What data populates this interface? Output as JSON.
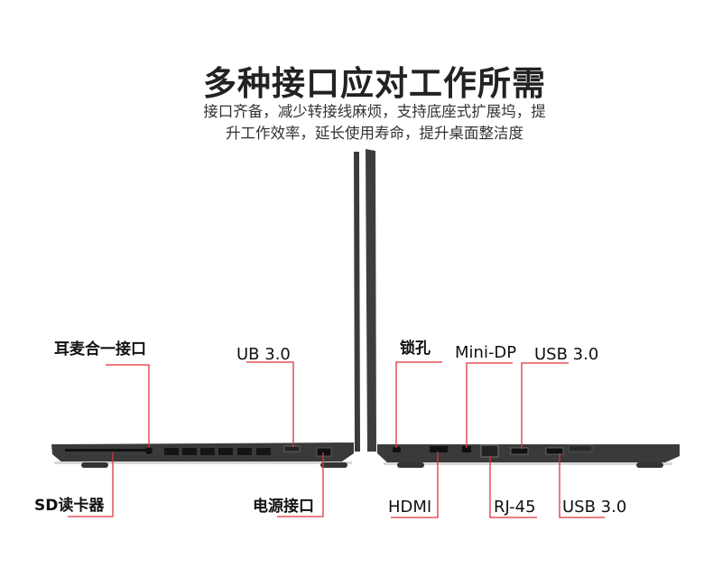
{
  "header": {
    "title": "多种接口应对工作所需",
    "subtitle_line1": "接口齐备，减少转接线麻烦，支持底座式扩展坞，提",
    "subtitle_line2": "升工作效率，延长使用寿命，提升桌面整洁度"
  },
  "left_side_labels": {
    "audio_jack": "耳麦合一接口",
    "usb": "UB 3.0",
    "sd_reader": "SD读卡器",
    "power": "电源接口"
  },
  "right_side_labels": {
    "lock": "锁孔",
    "mini_dp": "Mini-DP",
    "usb_top": "USB 3.0",
    "hdmi": "HDMI",
    "rj45": "RJ-45",
    "usb_bottom": "USB 3.0"
  },
  "colors": {
    "callout_line": "#e0323a",
    "laptop_body": "#3a3a3a"
  }
}
